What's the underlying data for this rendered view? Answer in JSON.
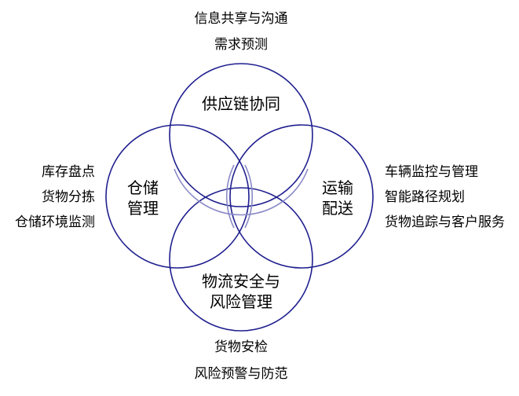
{
  "circles": {
    "top": {
      "label": "供应链协同",
      "items": [
        "信息共享与沟通",
        "需求预测"
      ]
    },
    "left": {
      "label_line1": "仓储",
      "label_line2": "管理",
      "items": [
        "库存盘点",
        "货物分拣",
        "仓储环境监测"
      ]
    },
    "right": {
      "label_line1": "运输",
      "label_line2": "配送",
      "items": [
        "车辆监控与管理",
        "智能路径规划",
        "货物追踪与客户服务"
      ]
    },
    "bottom": {
      "label_line1": "物流安全与",
      "label_line2": "风险管理",
      "items": [
        "货物安检",
        "风险预警与防范"
      ]
    }
  },
  "colors": {
    "circle_stroke_dark": "#1f1f8f",
    "circle_stroke_light": "#8a8ac8"
  }
}
